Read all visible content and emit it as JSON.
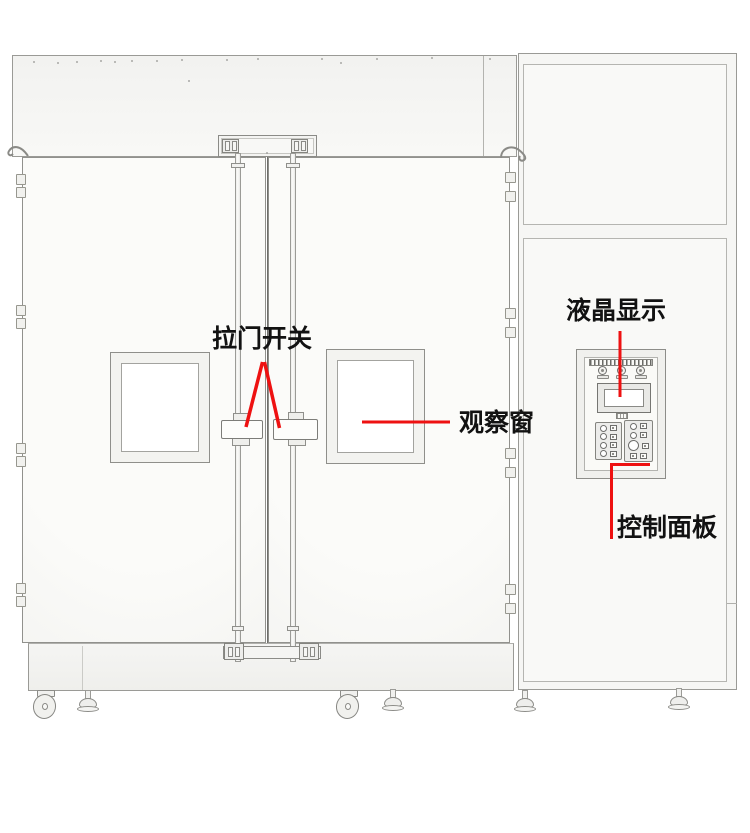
{
  "diagram": {
    "subject": "双开门工业烘箱正视结构线稿图"
  },
  "annotations": {
    "door_switch": "拉门开关",
    "observation_window": "观察窗",
    "lcd_display": "液晶显示",
    "control_panel": "控制面板"
  },
  "colors": {
    "annotation_line": "#ee1111",
    "label_text": "#121212",
    "outline": "#9a9a96",
    "fill_light": "#f7f7f5",
    "background": "#ffffff"
  }
}
